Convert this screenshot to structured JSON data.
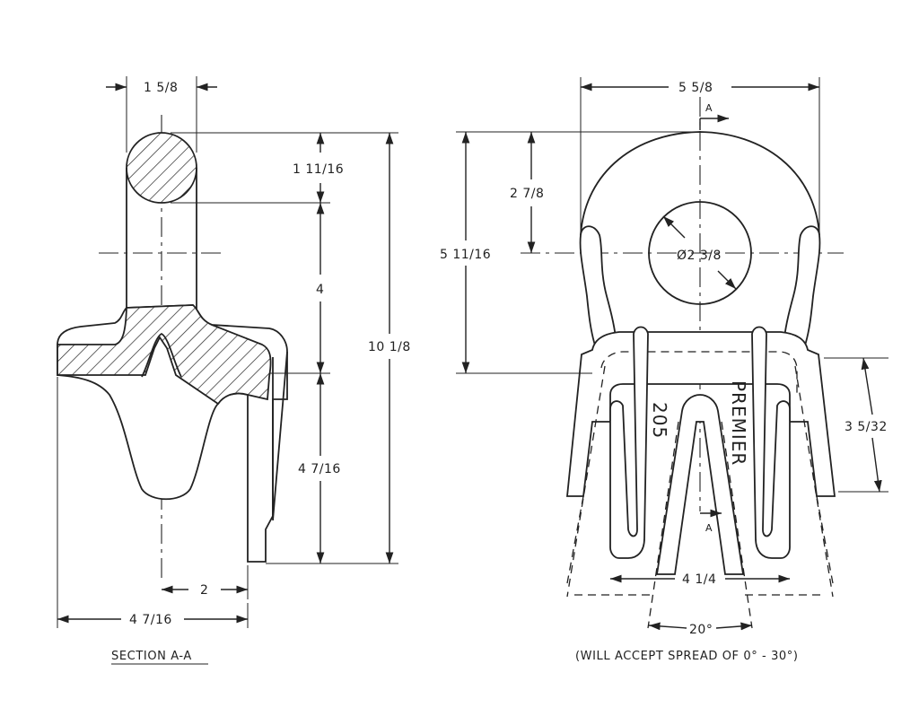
{
  "section_view": {
    "dim_top_width": "1 5/8",
    "dim_ring_height": "1 11/16",
    "dim_middle": "4",
    "dim_overall_height": "10 1/8",
    "dim_lower": "4 7/16",
    "dim_offset": "2",
    "dim_bottom_width": "4 7/16",
    "caption": "SECTION A-A"
  },
  "front_view": {
    "dim_top_width": "5 5/8",
    "dim_upper": "2 7/8",
    "dim_height": "5 11/16",
    "dim_bore": "Ø2 3/8",
    "dim_prong_length": "3 5/32",
    "dim_inner_width": "4 1/4",
    "dim_angle": "20°",
    "section_mark_top": "A",
    "section_mark_bottom": "A",
    "stamp_number": "205",
    "stamp_brand": "PREMIER",
    "note": "(WILL ACCEPT SPREAD OF 0° - 30°)"
  }
}
